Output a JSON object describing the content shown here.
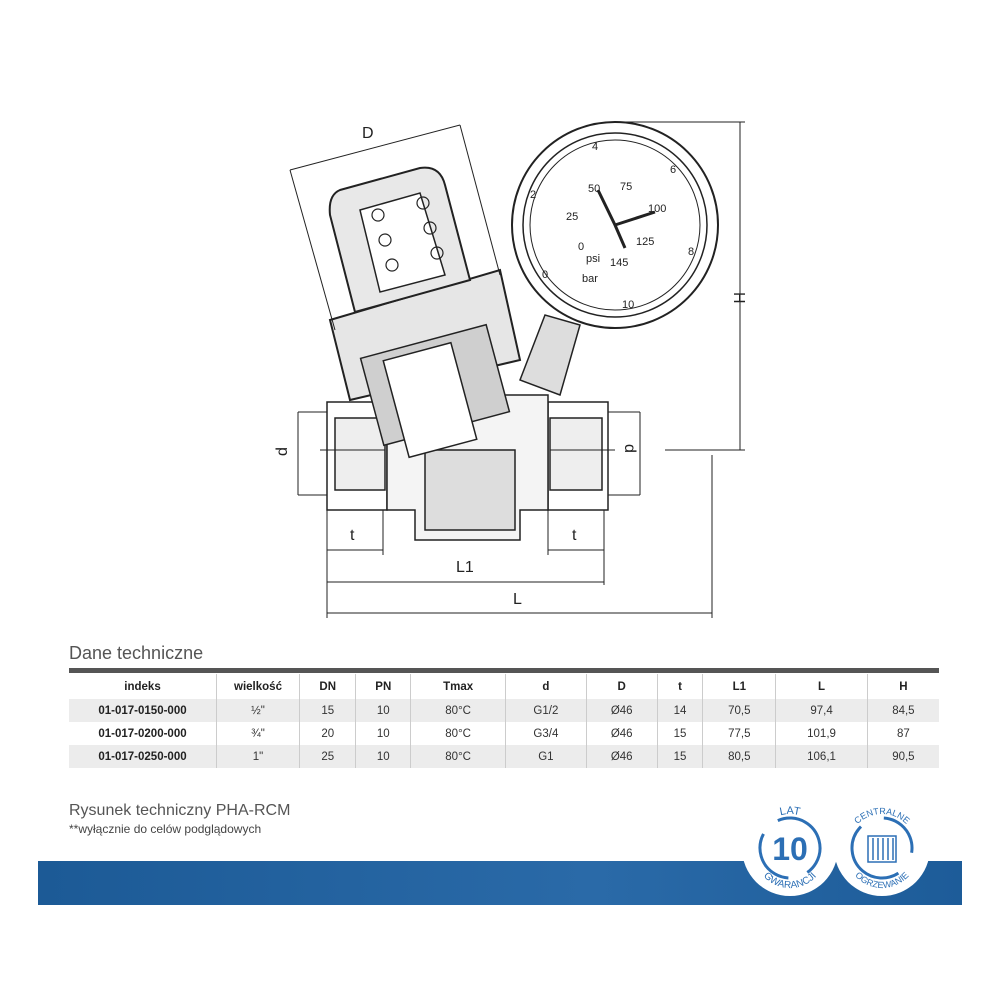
{
  "drawing": {
    "dims": {
      "D": "D",
      "H": "H",
      "d_left": "d",
      "d_right": "d",
      "t_left": "t",
      "t_right": "t",
      "L1": "L1",
      "L": "L"
    },
    "gauge": {
      "bar_ticks": [
        "0",
        "2",
        "4",
        "6",
        "8",
        "10"
      ],
      "psi_ticks": [
        "0",
        "25",
        "50",
        "75",
        "100",
        "125",
        "145"
      ],
      "unit_bar": "bar",
      "unit_psi": "psi"
    }
  },
  "section_title": "Dane techniczne",
  "table": {
    "headers": [
      "indeks",
      "wielkość",
      "DN",
      "PN",
      "Tmax",
      "d",
      "D",
      "t",
      "L1",
      "L",
      "H"
    ],
    "rows": [
      [
        "01-017-0150-000",
        "½\"",
        "15",
        "10",
        "80°C",
        "G1/2",
        "Ø46",
        "14",
        "70,5",
        "97,4",
        "84,5"
      ],
      [
        "01-017-0200-000",
        "¾\"",
        "20",
        "10",
        "80°C",
        "G3/4",
        "Ø46",
        "15",
        "77,5",
        "101,9",
        "87"
      ],
      [
        "01-017-0250-000",
        "1\"",
        "25",
        "10",
        "80°C",
        "G1",
        "Ø46",
        "15",
        "80,5",
        "106,1",
        "90,5"
      ]
    ]
  },
  "caption": "Rysunek techniczny PHA-RCM",
  "note": "**wyłącznie do celów podglądowych",
  "badges": {
    "warranty": {
      "top": "LAT",
      "number": "10",
      "bottom": "GWARANCJI"
    },
    "heating": {
      "top": "CENTRALNE",
      "bottom": "OGRZEWANIE"
    }
  },
  "colors": {
    "brand_blue": "#1c5a96",
    "badge_blue": "#2c6fb5"
  }
}
